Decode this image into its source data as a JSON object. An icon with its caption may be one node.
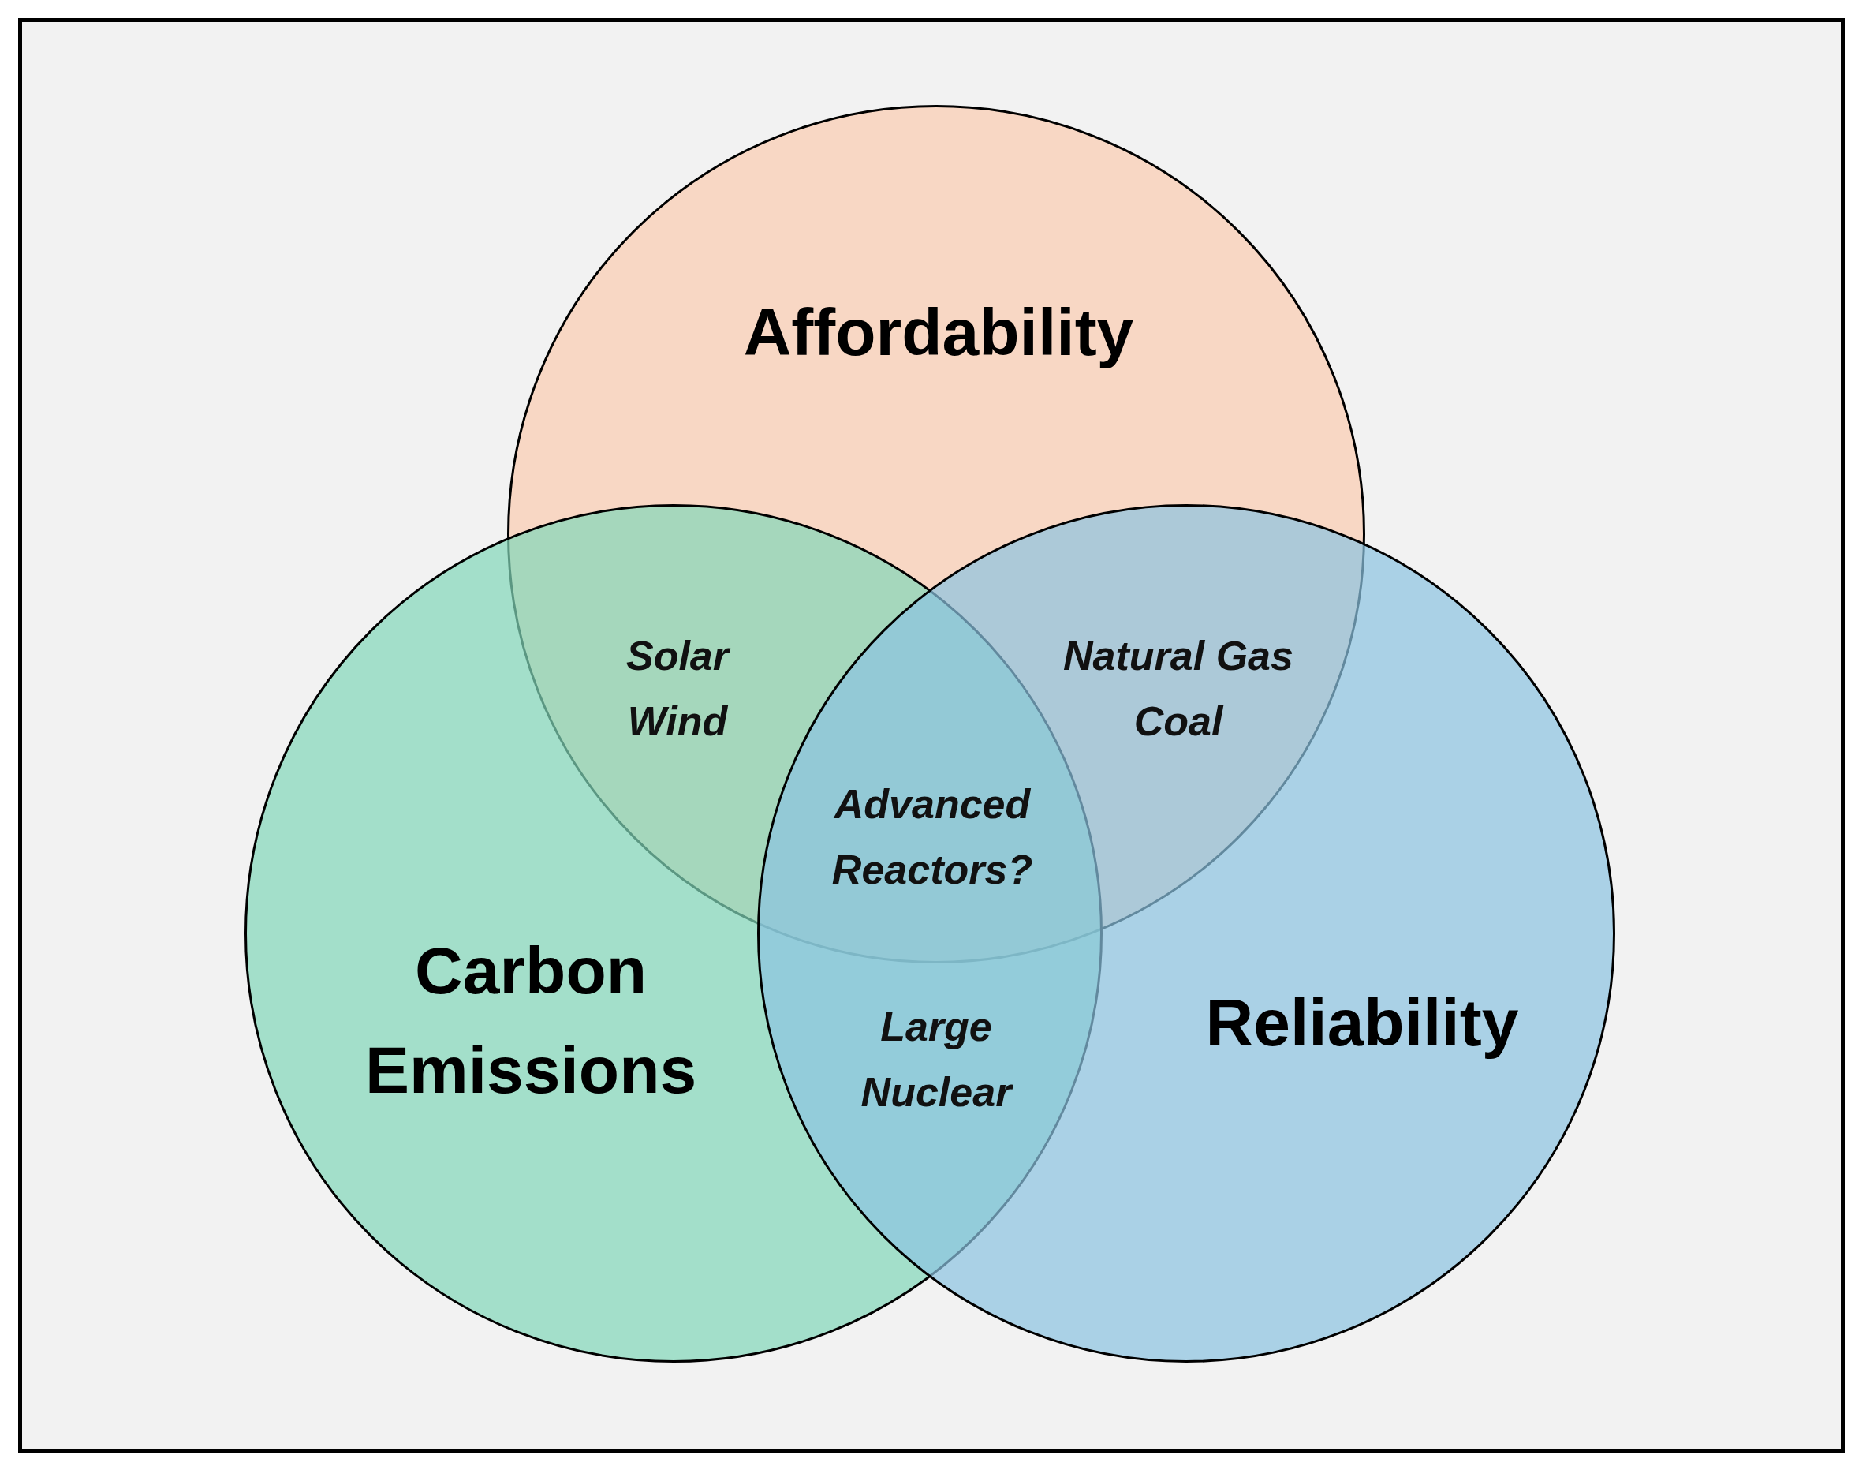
{
  "diagram": {
    "nodes": [
      {
        "text": [
          "Affordability"
        ]
      },
      {
        "text": [
          "Carbon Emissions"
        ]
      },
      {
        "text": [
          "Reliability"
        ]
      }
    ],
    "labels": [
      "Solar",
      "Wind",
      "Natural Gas",
      "Coal",
      "Advanced Reactors?",
      "Large Nuclear"
    ]
  }
}
